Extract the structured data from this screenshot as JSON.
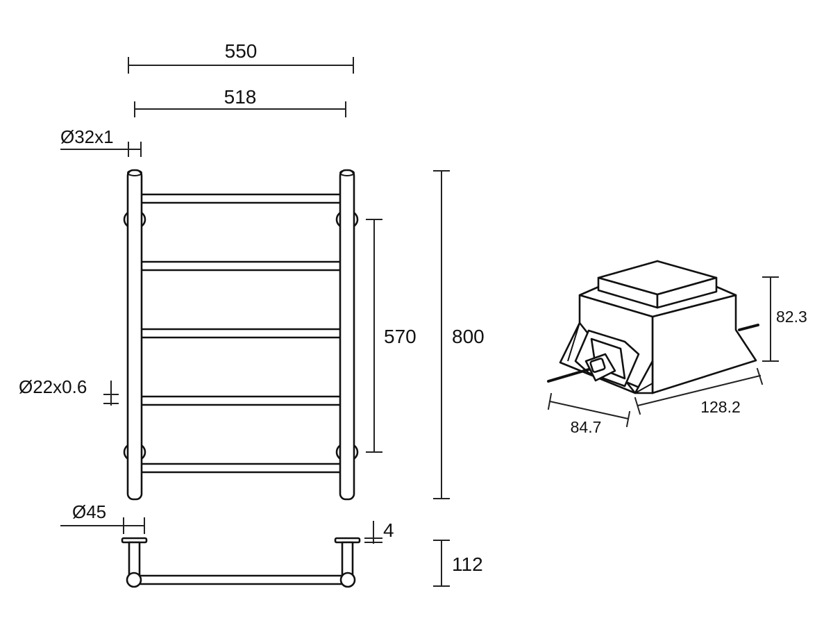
{
  "drawing": {
    "rail": {
      "overall_width": "550",
      "inner_width": "518",
      "post_diameter": "Ø32x1",
      "bar_diameter": "Ø22x0.6",
      "bracket_span": "570",
      "overall_height": "800",
      "mount_diameter": "Ø45",
      "mount_thickness": "4",
      "depth": "112"
    },
    "transformer": {
      "height": "82.3",
      "length": "128.2",
      "width": "84.7"
    }
  }
}
